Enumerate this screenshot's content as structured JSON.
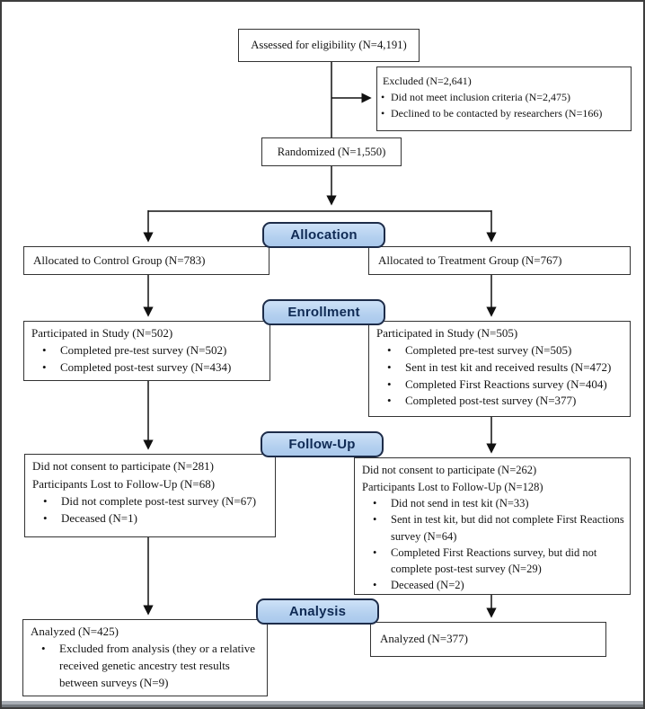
{
  "figure": {
    "badges": {
      "allocation": "Allocation",
      "enrollment": "Enrollment",
      "follow_up": "Follow-Up",
      "analysis": "Analysis"
    },
    "boxes": {
      "assessed": {
        "text": "Assessed for eligibility (N=4,191)"
      },
      "excluded": {
        "title": "Excluded (N=2,641)",
        "bullets": [
          "Did not meet inclusion criteria (N=2,475)",
          "Declined to be contacted by researchers (N=166)"
        ]
      },
      "randomized": {
        "text": "Randomized (N=1,550)"
      },
      "allocated_control": {
        "text": "Allocated to Control Group (N=783)"
      },
      "allocated_treatment": {
        "text": "Allocated to Treatment Group (N=767)"
      },
      "enrolled_control": {
        "title": "Participated in Study (N=502)",
        "bullets": [
          "Completed pre-test survey (N=502)",
          "Completed post-test survey (N=434)"
        ]
      },
      "enrolled_treatment": {
        "title": "Participated in Study (N=505)",
        "bullets": [
          "Completed pre-test survey (N=505)",
          "Sent in test kit and received results (N=472)",
          "Completed First Reactions survey (N=404)",
          "Completed post-test survey (N=377)"
        ]
      },
      "followup_control": {
        "line1": "Did not consent to participate (N=281)",
        "line2": "Participants Lost to Follow-Up (N=68)",
        "bullets": [
          "Did not complete post-test survey (N=67)",
          "Deceased (N=1)"
        ]
      },
      "followup_treatment": {
        "line1": "Did not consent to participate (N=262)",
        "line2": "Participants Lost to Follow-Up (N=128)",
        "bullets": [
          "Did not send in test kit (N=33)",
          "Sent in test kit, but did not complete First Reactions survey (N=64)",
          "Completed First Reactions survey, but did not complete post-test survey (N=29)",
          "Deceased (N=2)"
        ]
      },
      "analyzed_control": {
        "title": "Analyzed (N=425)",
        "bullets": [
          "Excluded from analysis (they or a relative received genetic ancestry test results between surveys (N=9)"
        ]
      },
      "analyzed_treatment": {
        "text": "Analyzed (N=377)"
      }
    },
    "colors": {
      "badge_fill": "#b4d0ef",
      "badge_border": "#1d2c49",
      "badge_text": "#0f2a54",
      "box_border": "#333333",
      "line": "#111111",
      "bottom_rule": "#a9aeb5"
    }
  }
}
